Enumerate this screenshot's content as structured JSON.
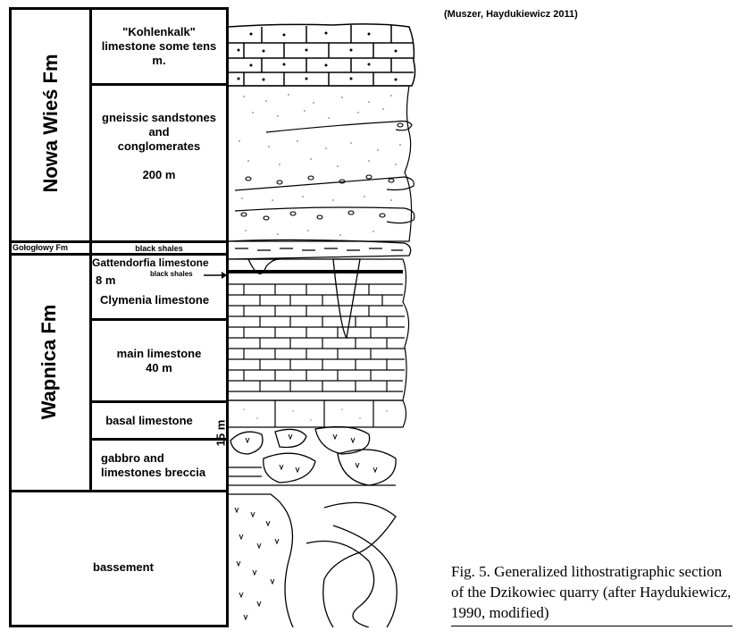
{
  "credit": "(Muszer, Haydukiewicz 2011)",
  "formations": {
    "nowa_wies": "Nowa Wieś Fm",
    "gologlowy": "Gołogłowy Fm",
    "wapnica": "Wapnica Fm"
  },
  "units": {
    "kohlenkalk": "\"Kohlenkalk\" limestone some tens m.",
    "gneissic_line1": "gneissic sandstones",
    "gneissic_line2": "and",
    "gneissic_line3": "conglomerates",
    "gneissic_thickness": "200 m",
    "black_shales_top": "black shales",
    "gattendorfia": "Gattendorfia limestone",
    "thickness_8m": "8 m",
    "black_shales_inner": "black shales",
    "clymenia": "Clymenia limestone",
    "main_line1": "main limestone",
    "main_thickness": "40 m",
    "basal": "basal limestone",
    "thickness_15m": "15 m",
    "gabbro_line1": "gabbro and",
    "gabbro_line2": "limestones breccia",
    "basement": "bassement"
  },
  "caption": "Fig. 5. Generalized lithostratigraphic section of the Dzikowiec quarry (after Haydukiewicz, 1990, modified)"
}
